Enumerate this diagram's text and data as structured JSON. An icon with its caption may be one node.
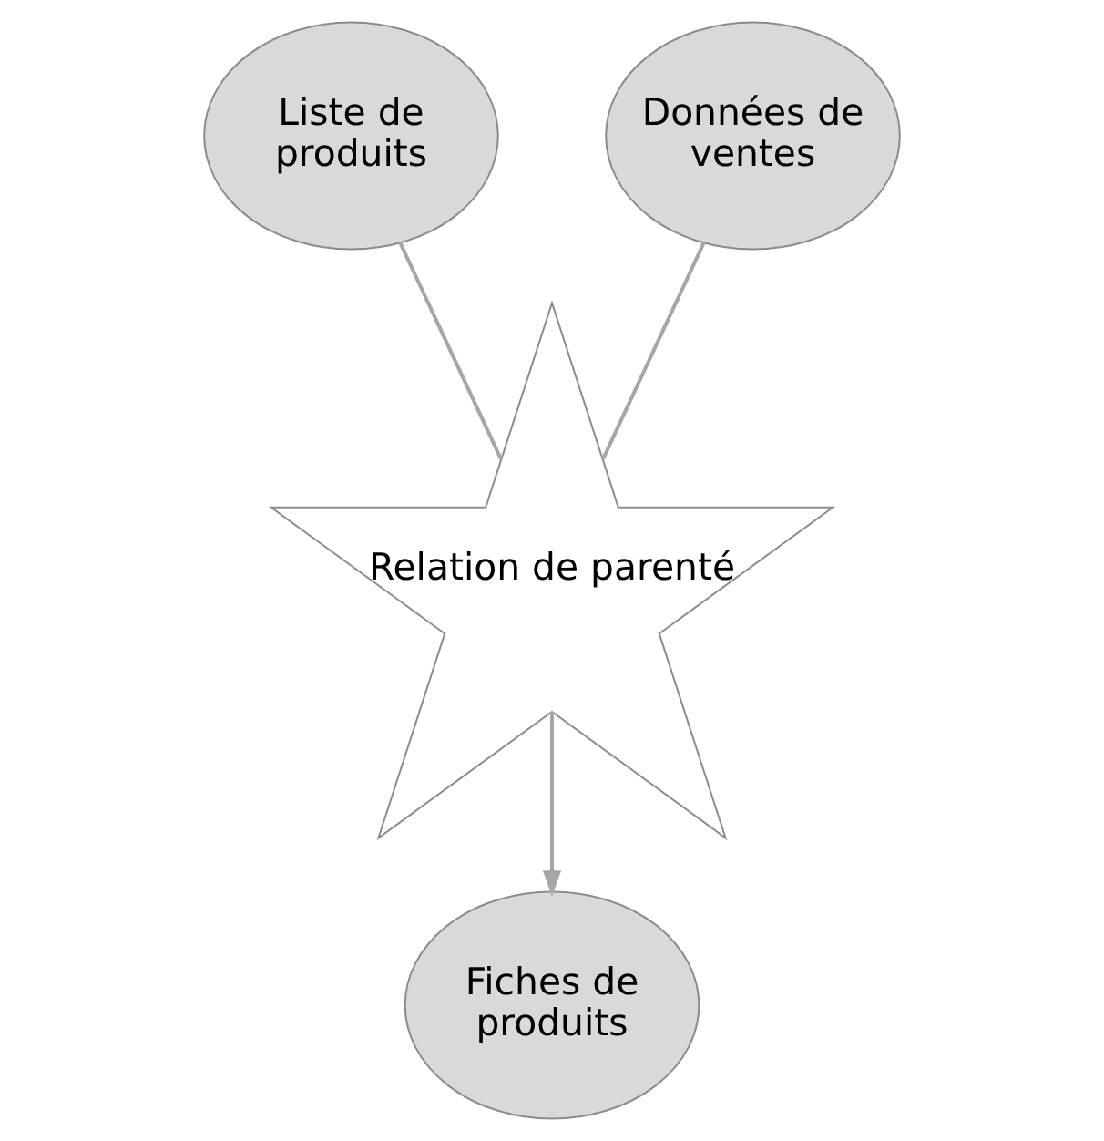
{
  "diagram": {
    "nodes": [
      {
        "text": [
          "Liste de produits"
        ]
      },
      {
        "text": [
          "Données de ventes"
        ]
      },
      {
        "text": [
          "Relation de parenté"
        ]
      },
      {
        "text": [
          "Fiches de produits"
        ]
      }
    ],
    "edges": [
      {
        "from": 0,
        "to": 2,
        "arrow": "none"
      },
      {
        "from": 1,
        "to": 2,
        "arrow": "none"
      },
      {
        "from": 2,
        "to": 3,
        "arrow": "to"
      }
    ]
  }
}
